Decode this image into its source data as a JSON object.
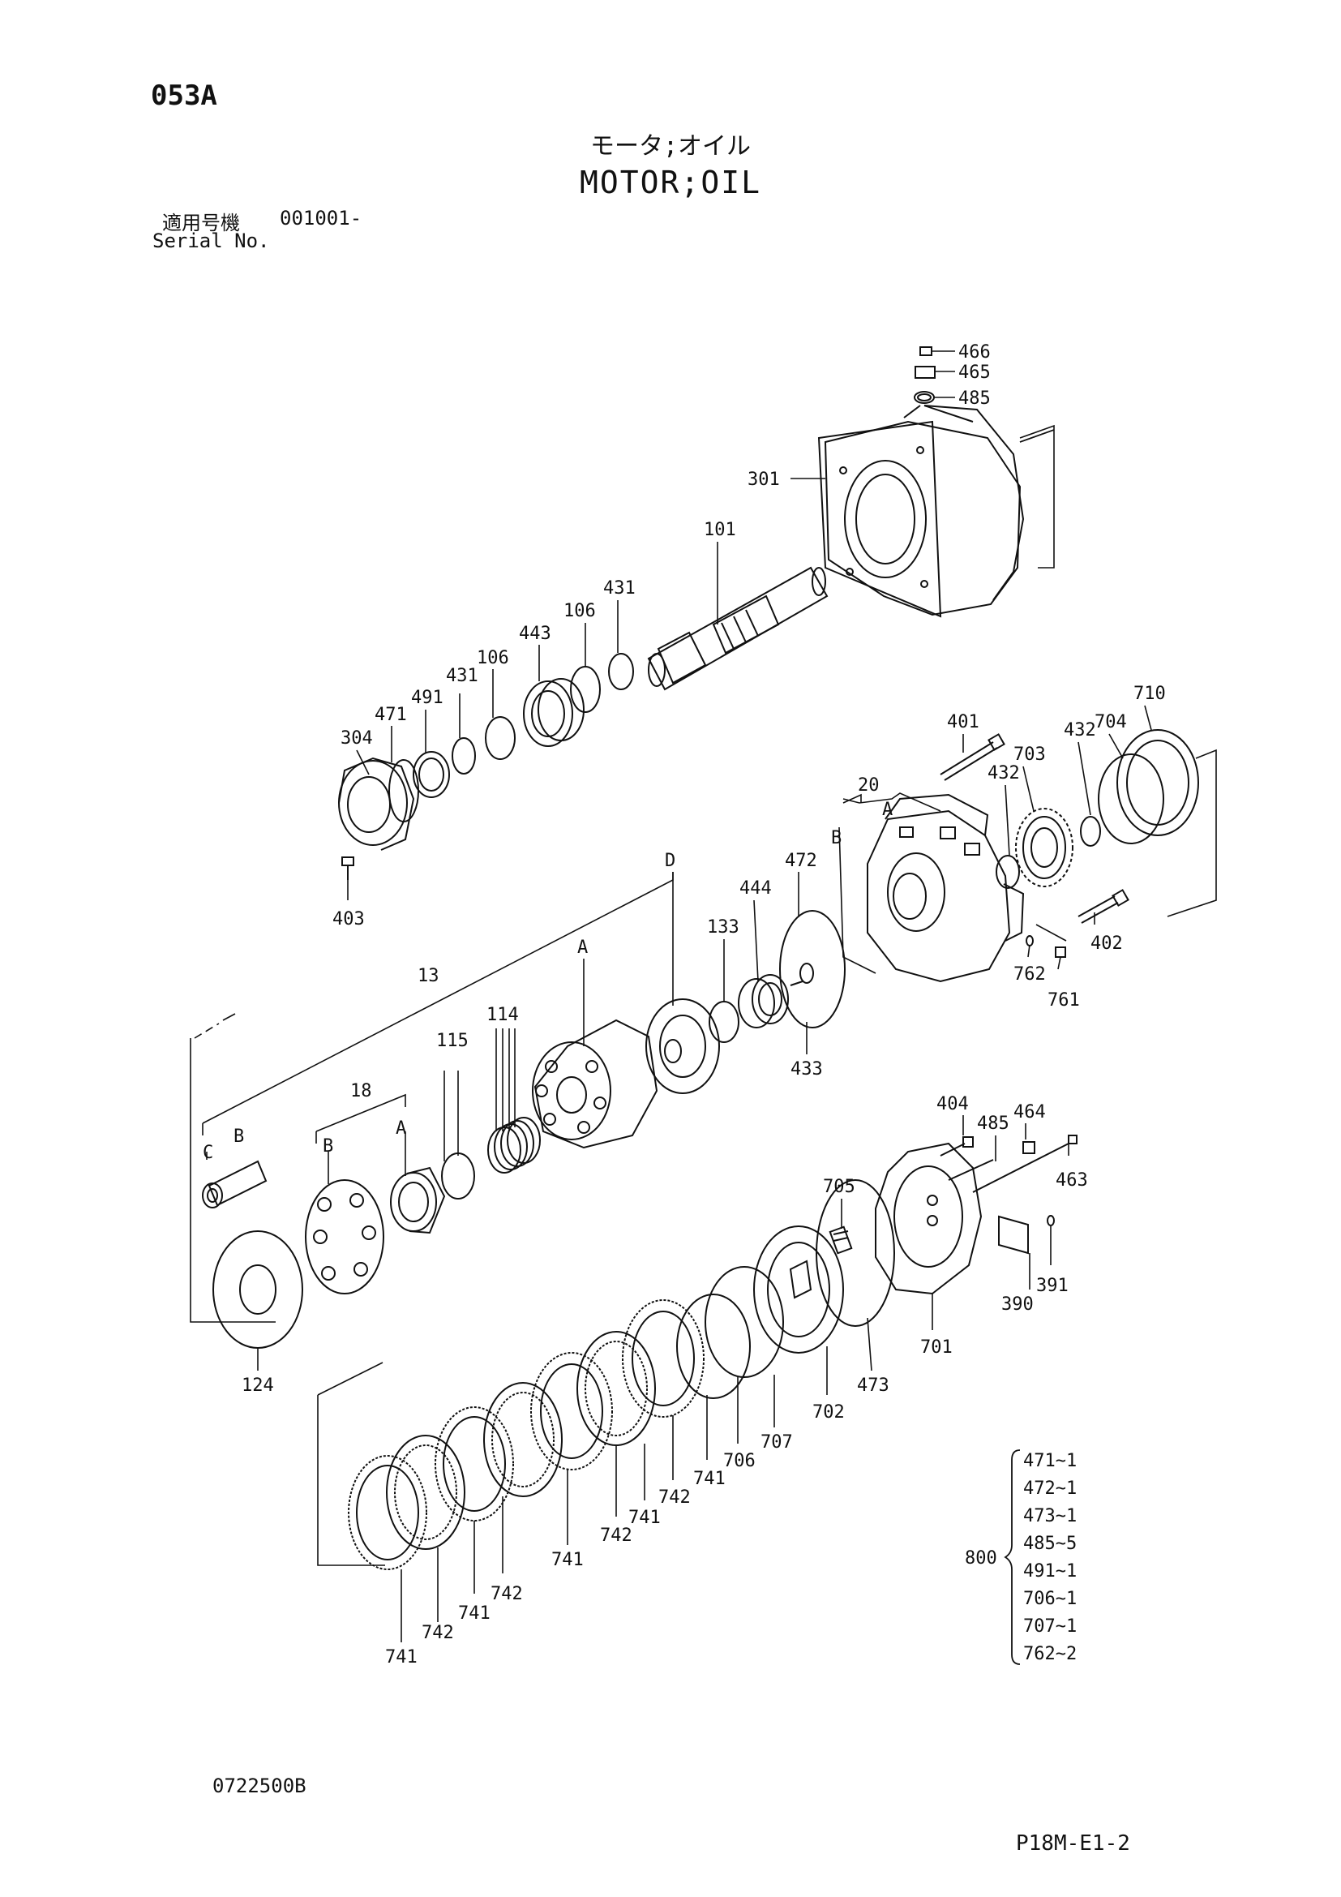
{
  "header": {
    "page_code": "053A",
    "title_jp": "モータ;オイル",
    "title_en": "MOTOR;OIL",
    "serial_label_jp": "適用号機",
    "serial_value": "001001-",
    "serial_label_en": "Serial No."
  },
  "callouts": [
    {
      "id": "466",
      "label": "466"
    },
    {
      "id": "465",
      "label": "465"
    },
    {
      "id": "485-top",
      "label": "485"
    },
    {
      "id": "301",
      "label": "301"
    },
    {
      "id": "101",
      "label": "101"
    },
    {
      "id": "431-a",
      "label": "431"
    },
    {
      "id": "106-a",
      "label": "106"
    },
    {
      "id": "443",
      "label": "443"
    },
    {
      "id": "106-b",
      "label": "106"
    },
    {
      "id": "431-b",
      "label": "431"
    },
    {
      "id": "491",
      "label": "491"
    },
    {
      "id": "471",
      "label": "471"
    },
    {
      "id": "304",
      "label": "304"
    },
    {
      "id": "403",
      "label": "403"
    },
    {
      "id": "401",
      "label": "401"
    },
    {
      "id": "710",
      "label": "710"
    },
    {
      "id": "704",
      "label": "704"
    },
    {
      "id": "432-a",
      "label": "432"
    },
    {
      "id": "703",
      "label": "703"
    },
    {
      "id": "432-b",
      "label": "432"
    },
    {
      "id": "20",
      "label": "20"
    },
    {
      "id": "A-20",
      "label": "A"
    },
    {
      "id": "B-20",
      "label": "B"
    },
    {
      "id": "402",
      "label": "402"
    },
    {
      "id": "762",
      "label": "762"
    },
    {
      "id": "761",
      "label": "761"
    },
    {
      "id": "472",
      "label": "472"
    },
    {
      "id": "444",
      "label": "444"
    },
    {
      "id": "133",
      "label": "133"
    },
    {
      "id": "433",
      "label": "433"
    },
    {
      "id": "D",
      "label": "D"
    },
    {
      "id": "A-13",
      "label": "A"
    },
    {
      "id": "13",
      "label": "13"
    },
    {
      "id": "114",
      "label": "114"
    },
    {
      "id": "115",
      "label": "115"
    },
    {
      "id": "18",
      "label": "18"
    },
    {
      "id": "A-18",
      "label": "A"
    },
    {
      "id": "B-18",
      "label": "B"
    },
    {
      "id": "C",
      "label": "C"
    },
    {
      "id": "B-13",
      "label": "B"
    },
    {
      "id": "124",
      "label": "124"
    },
    {
      "id": "404",
      "label": "404"
    },
    {
      "id": "485-mid",
      "label": "485"
    },
    {
      "id": "464",
      "label": "464"
    },
    {
      "id": "463",
      "label": "463"
    },
    {
      "id": "705",
      "label": "705"
    },
    {
      "id": "390",
      "label": "390"
    },
    {
      "id": "391",
      "label": "391"
    },
    {
      "id": "701",
      "label": "701"
    },
    {
      "id": "473",
      "label": "473"
    },
    {
      "id": "702",
      "label": "702"
    },
    {
      "id": "707",
      "label": "707"
    },
    {
      "id": "706",
      "label": "706"
    },
    {
      "id": "741-a",
      "label": "741"
    },
    {
      "id": "742-a",
      "label": "742"
    },
    {
      "id": "741-b",
      "label": "741"
    },
    {
      "id": "742-b",
      "label": "742"
    },
    {
      "id": "741-c",
      "label": "741"
    },
    {
      "id": "742-c",
      "label": "742"
    },
    {
      "id": "741-d",
      "label": "741"
    },
    {
      "id": "742-d",
      "label": "742"
    },
    {
      "id": "741-e",
      "label": "741"
    }
  ],
  "kit": {
    "label": "800",
    "items": [
      "471~1",
      "472~1",
      "473~1",
      "485~5",
      "491~1",
      "706~1",
      "707~1",
      "762~2"
    ]
  },
  "footer": {
    "doc_code": "0722500B",
    "sheet_code": "P18M-E1-2"
  }
}
